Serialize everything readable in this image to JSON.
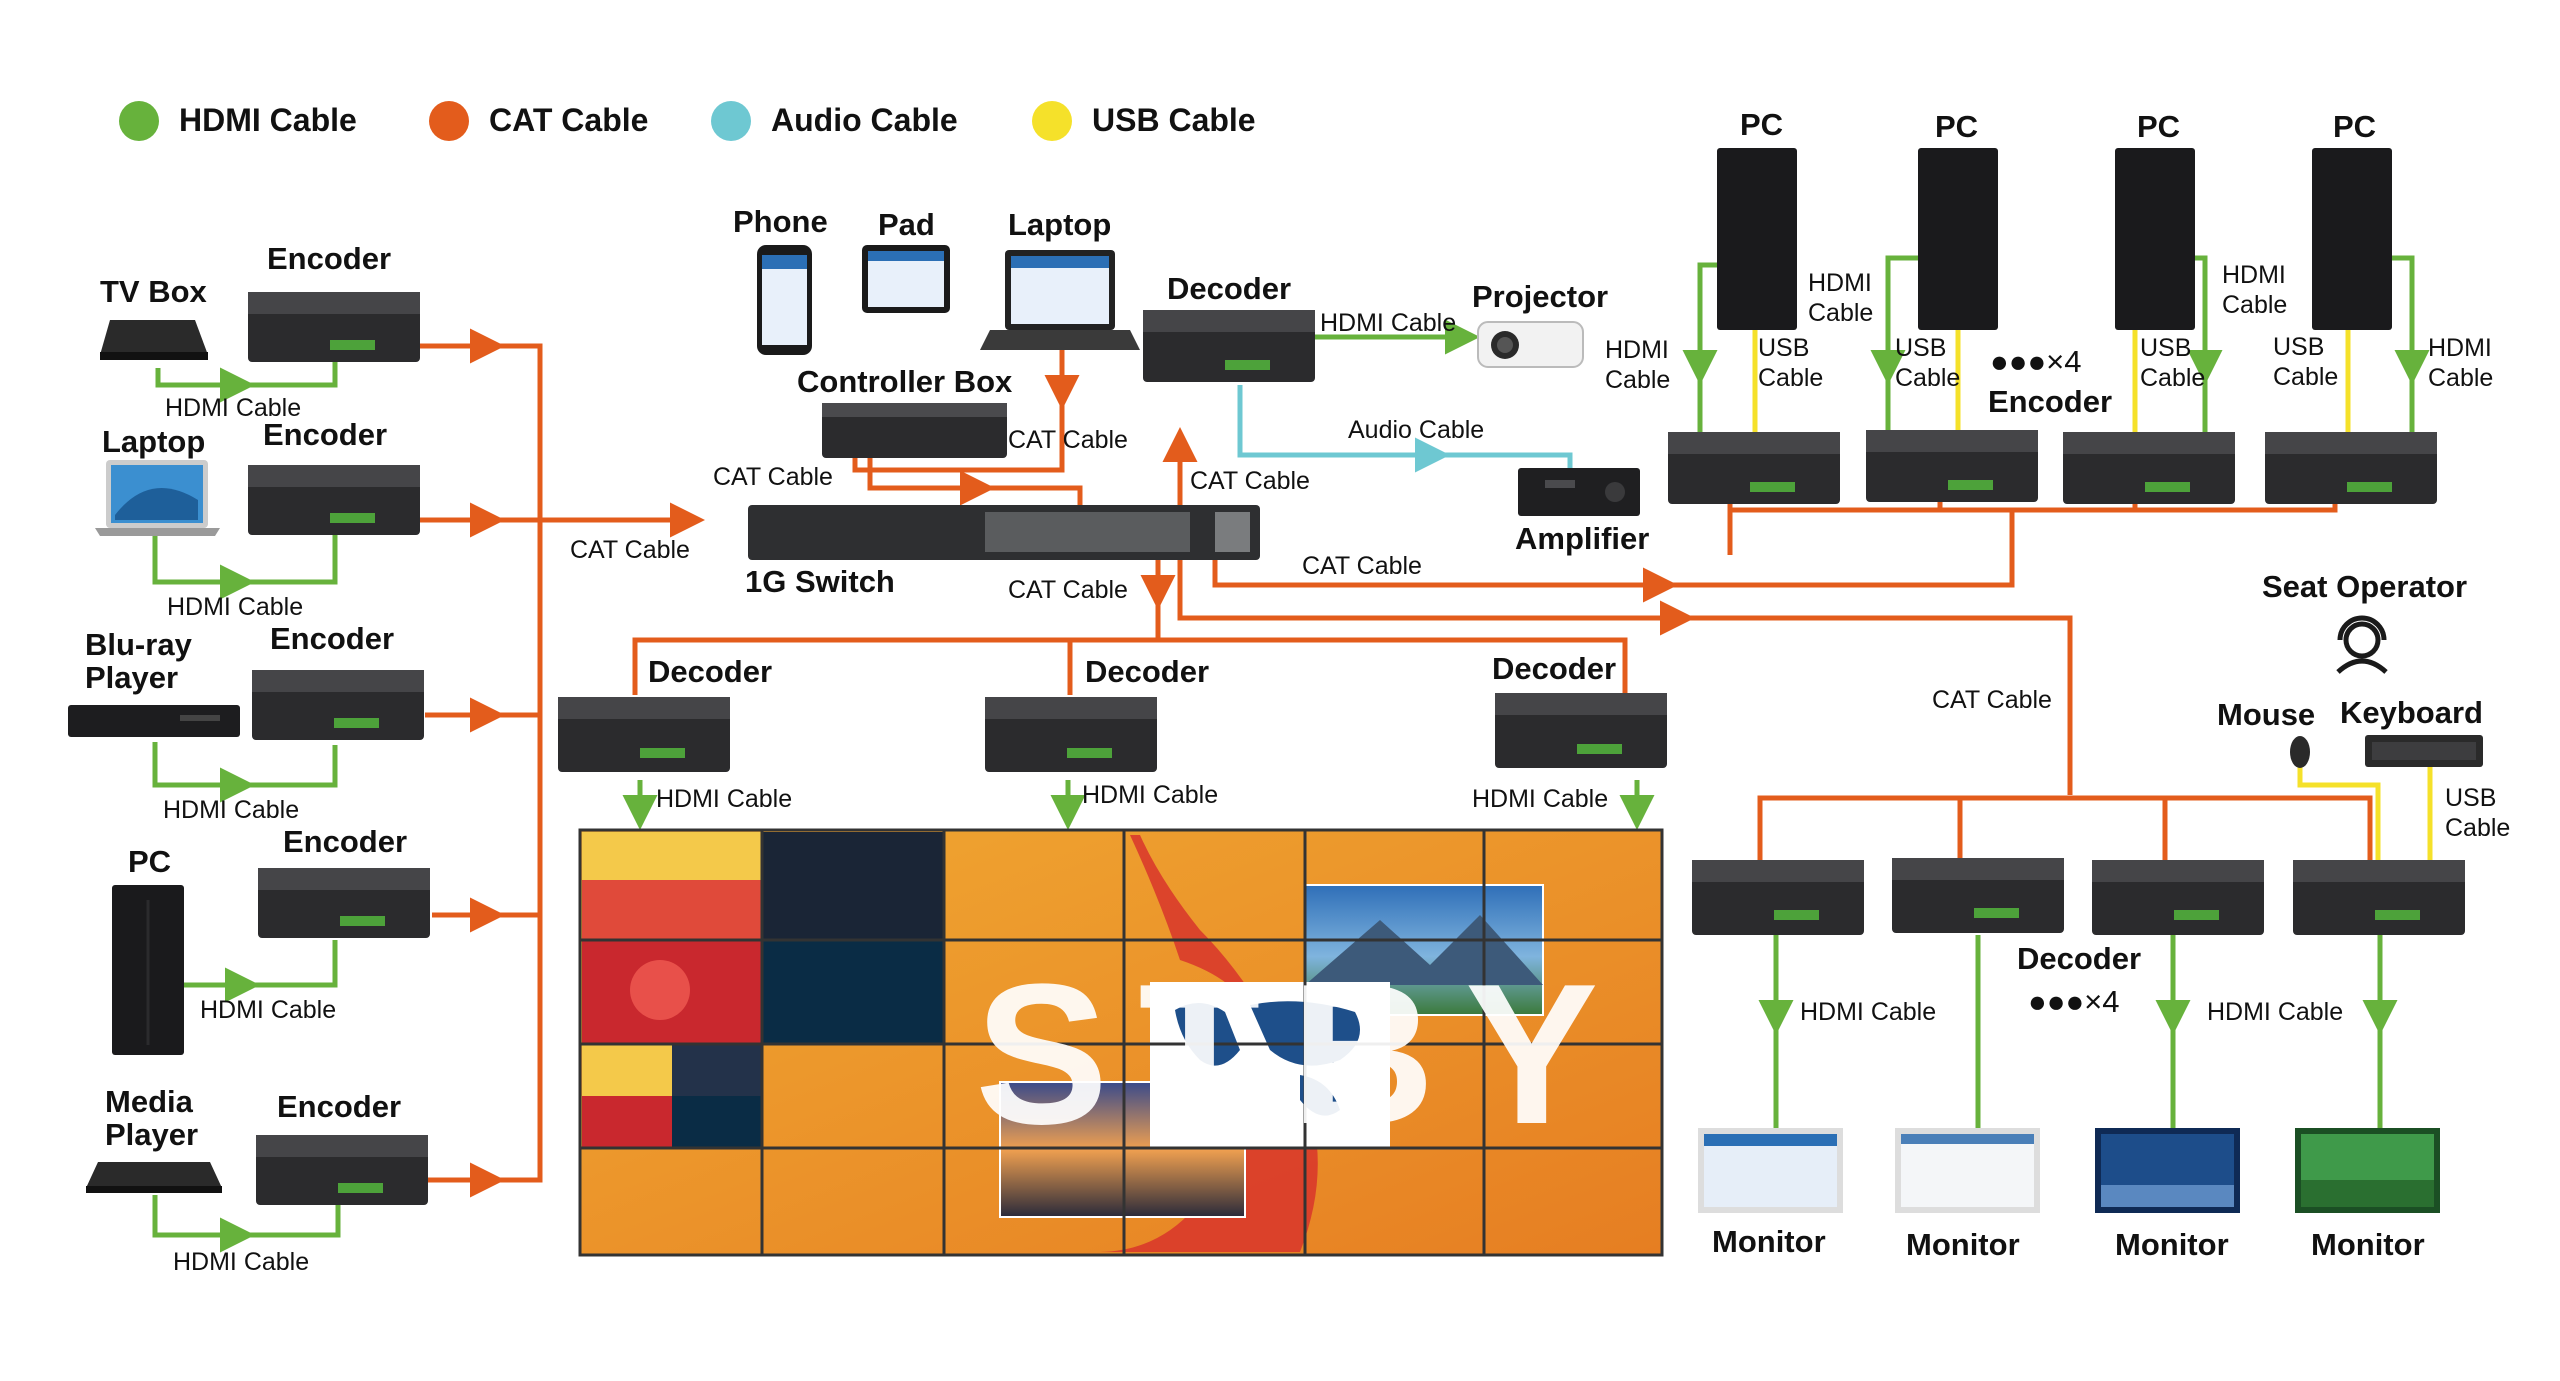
{
  "legend": [
    {
      "label": "HDMI Cable",
      "color": "#67b23c"
    },
    {
      "label": "CAT Cable",
      "color": "#e35c1c"
    },
    {
      "label": "Audio Cable",
      "color": "#6ec8d2"
    },
    {
      "label": "USB Cable",
      "color": "#f5e12a"
    }
  ],
  "labels": {
    "tv_box": "TV Box",
    "laptop": "Laptop",
    "bluray": "Blu-ray\nPlayer",
    "pc": "PC",
    "media_player": "Media\nPlayer",
    "encoder": "Encoder",
    "decoder": "Decoder",
    "phone": "Phone",
    "pad": "Pad",
    "controller_box": "Controller Box",
    "switch": "1G Switch",
    "projector": "Projector",
    "amplifier": "Amplifier",
    "seat_operator": "Seat Operator",
    "mouse": "Mouse",
    "keyboard": "Keyboard",
    "monitor": "Monitor",
    "times4": "●●●×4",
    "wall_text": "STBY"
  },
  "cables": {
    "hdmi": "HDMI Cable",
    "cat": "CAT Cable",
    "audio": "Audio Cable",
    "usb": "USB Cable",
    "hdmi_2line": "HDMI\nCable",
    "usb_2line": "USB\nCable"
  }
}
